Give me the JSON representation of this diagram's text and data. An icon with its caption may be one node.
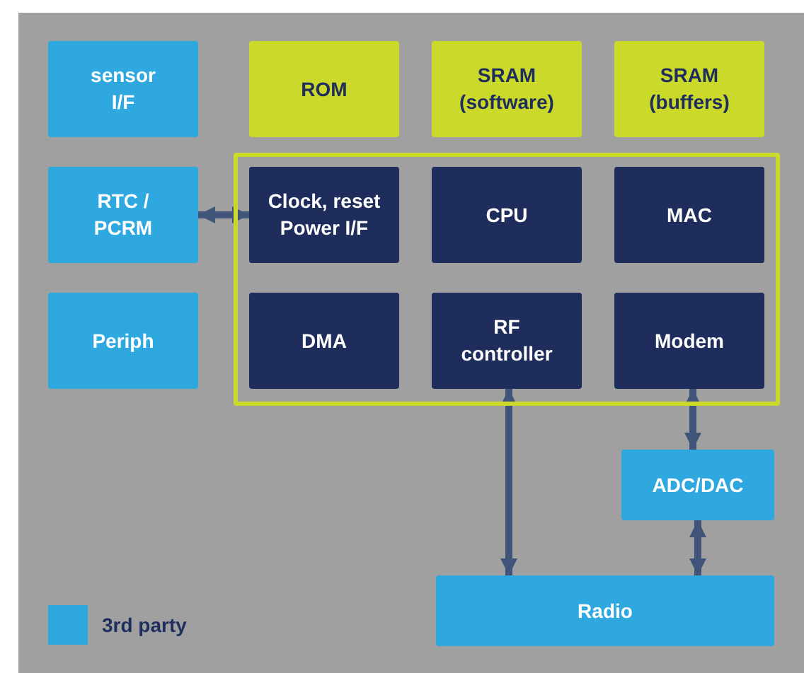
{
  "diagram": {
    "nodes": [
      {
        "text": [
          "sensor I/F"
        ]
      },
      {
        "text": [
          "ROM"
        ]
      },
      {
        "text": [
          "SRAM (software)"
        ]
      },
      {
        "text": [
          "SRAM (buffers)"
        ]
      },
      {
        "text": [
          "RTC / PCRM"
        ]
      },
      {
        "text": [],
        "shape": "box"
      },
      {
        "text": [
          "Clock, reset Power I/F"
        ],
        "in": 5
      },
      {
        "text": [
          "CPU"
        ],
        "in": 5
      },
      {
        "text": [
          "MAC"
        ],
        "in": 5
      },
      {
        "text": [
          "Periph"
        ]
      },
      {
        "text": [
          "DMA"
        ],
        "in": 5
      },
      {
        "text": [
          "RF controller"
        ],
        "in": 5
      },
      {
        "text": [
          "Modem"
        ],
        "in": 5
      },
      {
        "text": [
          "ADC/DAC"
        ]
      },
      {
        "text": [
          "Radio"
        ]
      }
    ],
    "edges": [
      {
        "from": 4,
        "to": 6,
        "arrow": "both"
      },
      {
        "from": 11,
        "to": 14,
        "arrow": "both"
      },
      {
        "from": 12,
        "to": 13,
        "arrow": "both"
      },
      {
        "from": 13,
        "to": 14,
        "arrow": "both"
      }
    ],
    "legend": [
      {
        "text": "3rd party",
        "color": "#2ea8df"
      }
    ]
  }
}
